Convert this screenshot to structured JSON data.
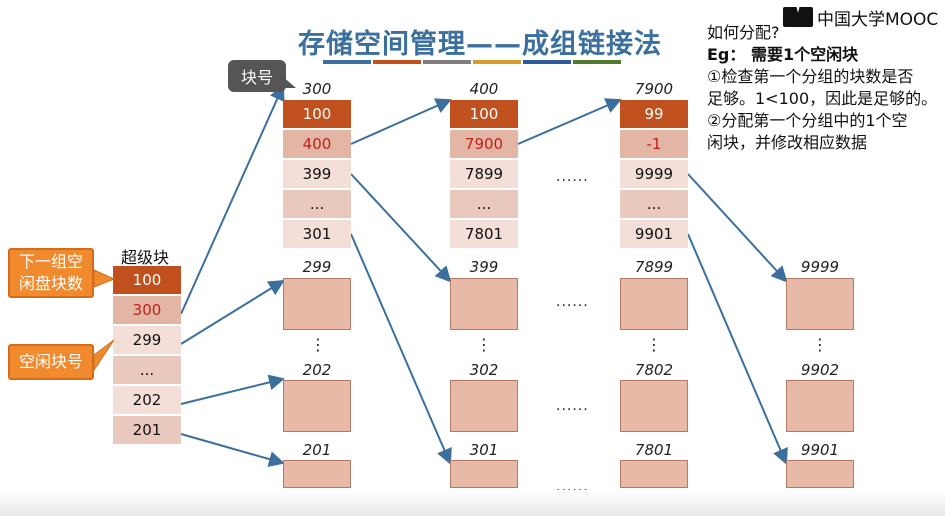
{
  "title": "存储空间管理——成组链接法",
  "logo": "中国大学MOOC",
  "notes": {
    "q": "如何分配?",
    "eg": "Eg： 需要1个空闲块",
    "s1a": "①检查第一个分组的块数是否",
    "s1b": "足够。1<100，因此是足够的。",
    "s2a": "②分配第一个分组中的1个空",
    "s2b": "闲块，并修改相应数据"
  },
  "callouts": {
    "next_group": "下一组空闲盘块数",
    "free_no": "空闲块号",
    "block_no": "块号"
  },
  "superblock": {
    "label": "超级块",
    "cells": [
      "100",
      "300",
      "299",
      "...",
      "202",
      "201"
    ]
  },
  "groups": [
    {
      "label": "300",
      "cells": [
        "100",
        "400",
        "399",
        "...",
        "301"
      ]
    },
    {
      "label": "400",
      "cells": [
        "100",
        "7900",
        "7899",
        "...",
        "7801"
      ]
    },
    {
      "label": "7900",
      "cells": [
        "99",
        "-1",
        "9999",
        "...",
        "9901"
      ]
    }
  ],
  "free_blocks": {
    "col1": [
      "299",
      "202",
      "201"
    ],
    "col2": [
      "399",
      "302",
      "301"
    ],
    "col3": [
      "7899",
      "7802",
      "7801"
    ],
    "col4": [
      "9999",
      "9902",
      "9901"
    ]
  },
  "ellipsis": "......",
  "vdots": "⋮",
  "colors": {
    "title": "#3a6f9e",
    "bars": [
      "#3a6f9e",
      "#c0501e",
      "#7f7f7f",
      "#d89a2a",
      "#2e5b9a",
      "#4f7a2e"
    ],
    "arrow": "#3a6f9e"
  }
}
